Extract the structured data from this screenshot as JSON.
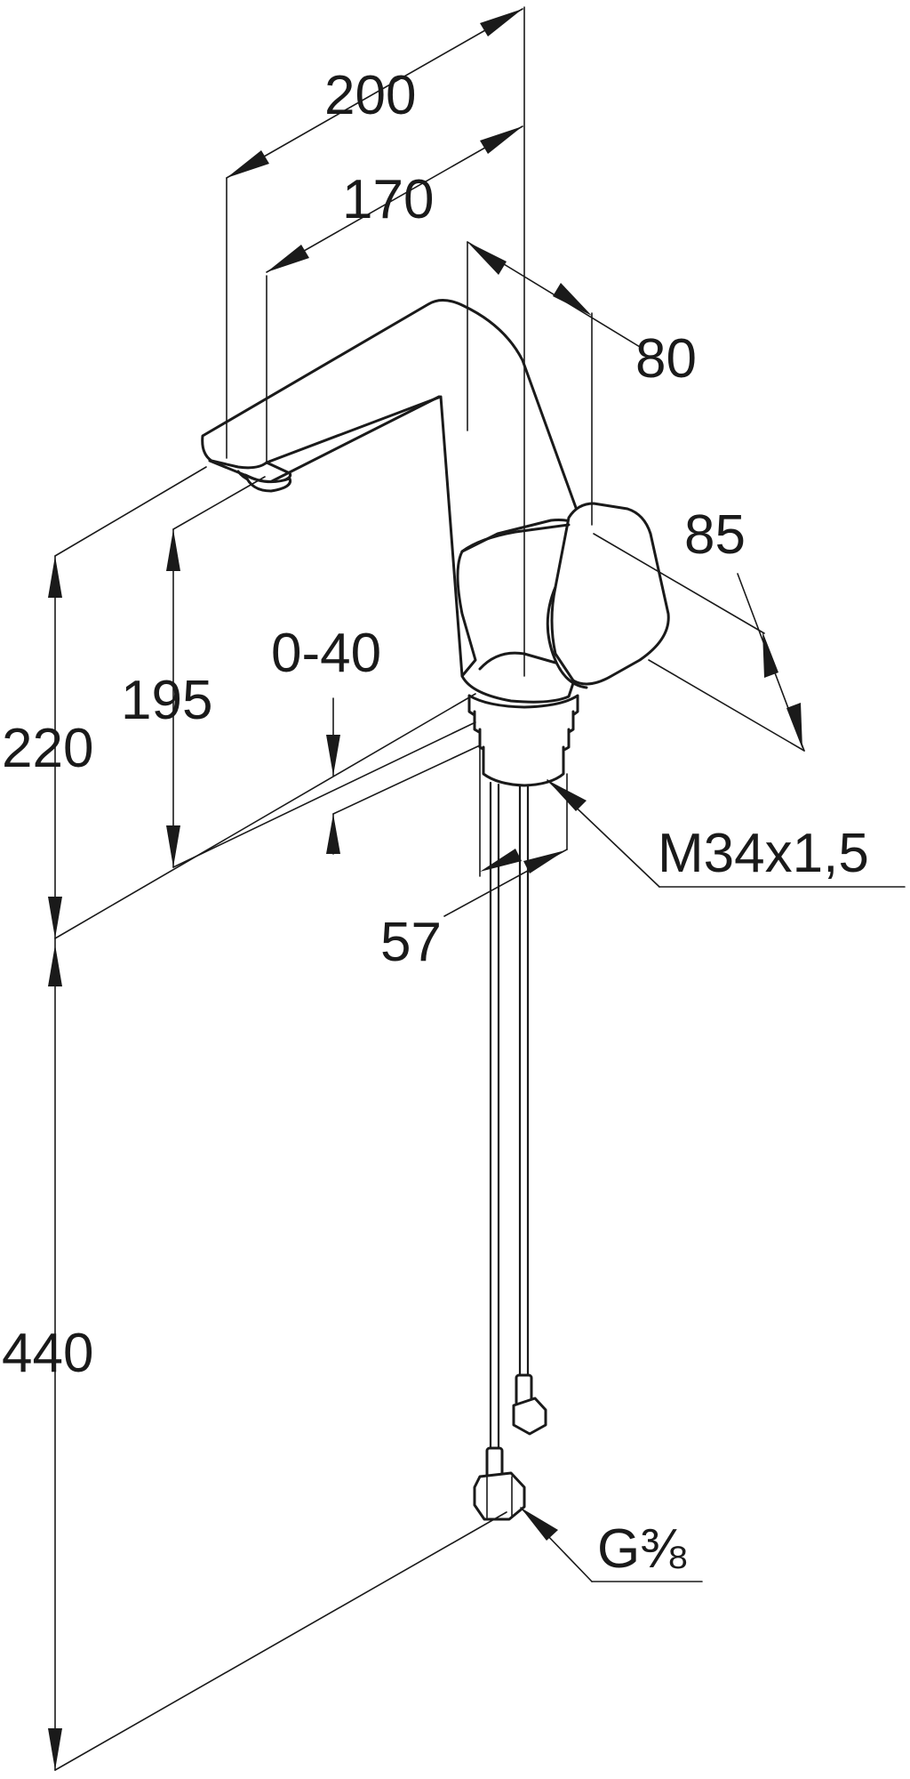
{
  "drawing": {
    "colors": {
      "line": "#1a1a1a",
      "background": "#ffffff"
    },
    "dimensions": {
      "width_200": "200",
      "reach_170": "170",
      "body_80": "80",
      "handle_85": "85",
      "height_220": "220",
      "height_195": "195",
      "clamp_range": "0-40",
      "base_57": "57",
      "thread_mount": "M34x1,5",
      "hose_440": "440",
      "connection": "G⅜"
    }
  }
}
